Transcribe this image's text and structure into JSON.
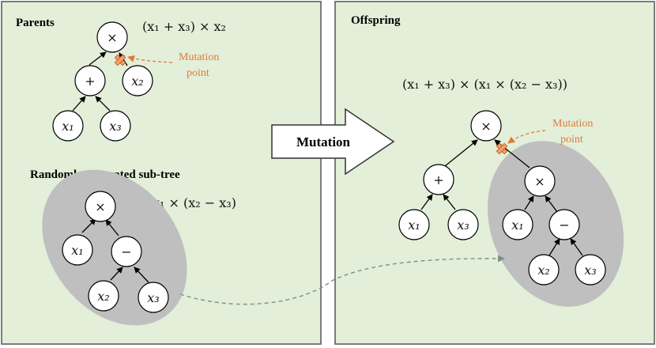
{
  "panels": {
    "parents": {
      "title": "Parents",
      "formula": "(x₁ + x₃) × x₂",
      "subtree_title": "Randomly generated sub-tree",
      "subtree_formula": "x₁  × (x₂ − x₃)"
    },
    "offspring": {
      "title": "Offspring",
      "formula": "(x₁ + x₃) × (x₁  × (x₂ − x₃))"
    }
  },
  "arrow": {
    "label": "Mutation"
  },
  "mutation_note": {
    "line1": "Mutation",
    "line2": "point"
  },
  "nodes": {
    "p_root": "×",
    "p_plus": "+",
    "p_x2": "x₂",
    "p_x1": "x₁",
    "p_x3": "x₃",
    "s_root": "×",
    "s_x1": "x₁",
    "s_minus": "−",
    "s_x2": "x₂",
    "s_x3": "x₃",
    "o_root": "×",
    "o_plus": "+",
    "o_x1": "x₁",
    "o_x3": "x₃",
    "o_mul": "×",
    "o_mx1": "x₁",
    "o_minus": "−",
    "o_mx2": "x₂",
    "o_mx3": "x₃"
  },
  "colors": {
    "panel_fill": "#e3efd9",
    "panel_stroke": "#555555",
    "subtree_fill": "#bfbfbf",
    "mutation_accent": "#e07b39",
    "marker_fill": "#f4a06a",
    "dashed_link": "#7f8f8a"
  }
}
